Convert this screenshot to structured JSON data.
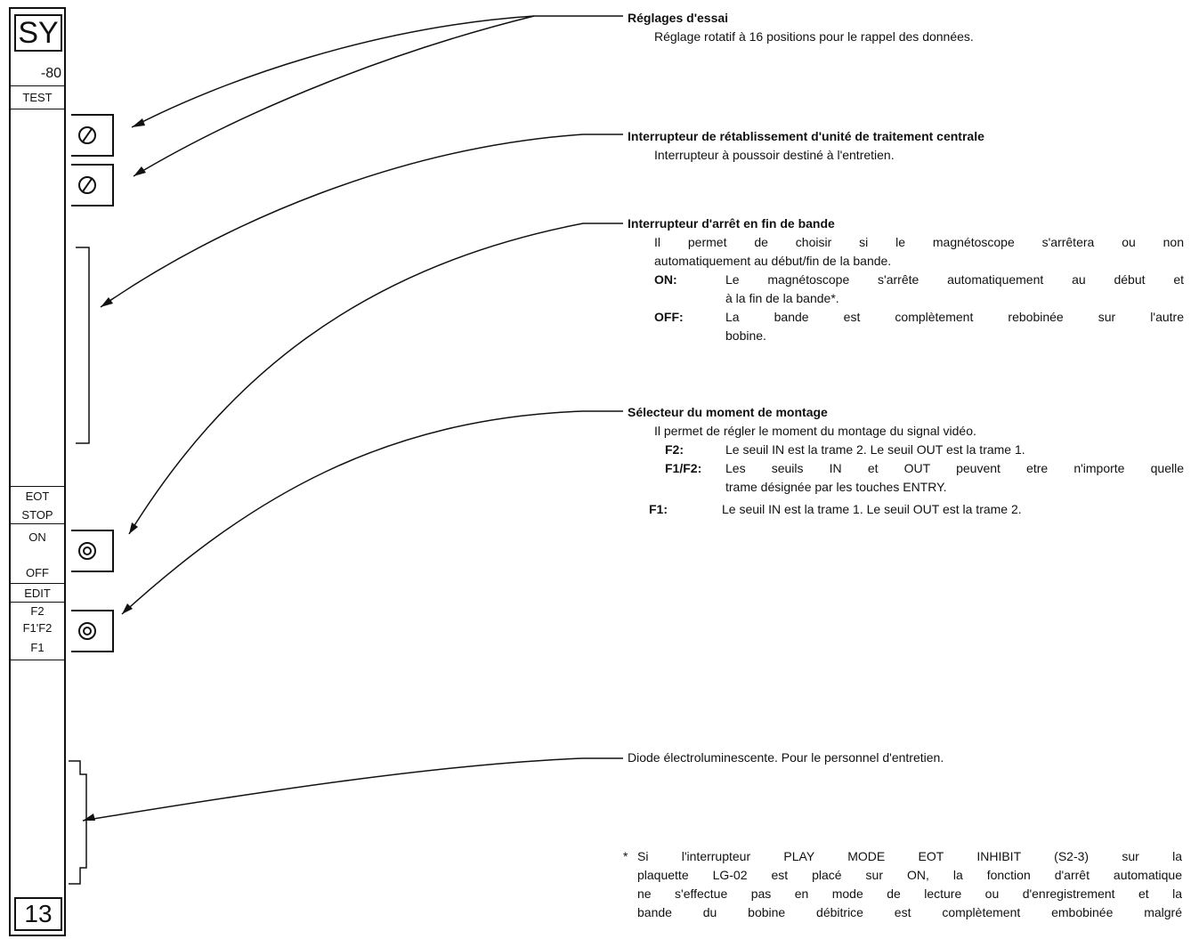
{
  "panel": {
    "model": "SY",
    "model_suffix": "-80",
    "test_label": "TEST",
    "eot_label_1": "EOT",
    "eot_label_2": "STOP",
    "on_label": "ON",
    "off_label": "OFF",
    "edit_label": "EDIT",
    "f2_label": "F2",
    "f1f2_label": "F1'F2",
    "f1_label": "F1",
    "slot_number": "13"
  },
  "items": {
    "test": {
      "title": "Réglages d'essai",
      "desc": "Réglage rotatif à 16 positions pour le rappel des données."
    },
    "reset": {
      "title": "Interrupteur de rétablissement d'unité de traitement centrale",
      "desc": "Interrupteur à poussoir destiné à l'entretien."
    },
    "eot": {
      "title": "Interrupteur d'arrêt en fin de bande",
      "desc_line1": "Il permet de choisir si le magnétoscope s'arrêtera ou non",
      "desc_line2": "automatiquement au début/fin de la bande.",
      "on_key": "ON:",
      "on_text_line1": "Le magnétoscope s'arrête automatiquement au début et",
      "on_text_line2": "à la fin de la bande*.",
      "off_key": "OFF:",
      "off_text_line1": "La bande est complètement rebobinée sur l'autre",
      "off_text_line2": "bobine."
    },
    "edit": {
      "title": "Sélecteur du moment de montage",
      "desc": "Il permet de régler le moment du montage du signal vidéo.",
      "f2_key": "F2:",
      "f2_text": "Le seuil IN est la trame 2. Le seuil OUT est la trame 1.",
      "f1f2_key": "F1/F2:",
      "f1f2_text_line1": "Les seuils IN et OUT peuvent etre n'importe quelle",
      "f1f2_text_line2": "trame désignée par les touches ENTRY.",
      "f1_key": "F1:",
      "f1_text": "Le seuil IN est la trame 1. Le seuil OUT est la trame 2."
    },
    "led": {
      "desc": "Diode électroluminescente. Pour le personnel d'entretien."
    }
  },
  "footnote": {
    "star": "*",
    "line1": "Si l'interrupteur PLAY MODE EOT INHIBIT (S2-3) sur la",
    "line2": "plaquette LG-02 est placé sur ON, la fonction d'arrêt automatique",
    "line3": "ne s'effectue pas en mode de lecture ou d'enregistrement et la",
    "line4": "bande du bobine débitrice est complètement embobinée malgré"
  }
}
